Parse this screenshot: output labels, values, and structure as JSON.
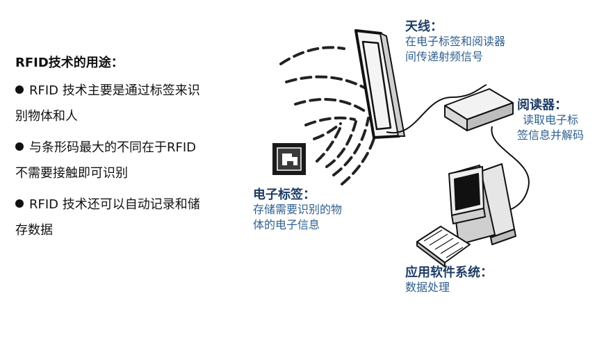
{
  "uses": {
    "title": "RFID技术的用途：",
    "bullets": [
      {
        "line1": "RFID 技术主要是通过标签来识",
        "line2": "别物体和人"
      },
      {
        "line1": "与条形码最大的不同在于RFID",
        "line2": "不需要接触即可识别"
      },
      {
        "line1": "RFID 技术还可以自动记录和储",
        "line2": "存数据"
      }
    ]
  },
  "components": {
    "antenna": {
      "title": "天线：",
      "desc1": "在电子标签和阅读器",
      "desc2": "间传递射频信号"
    },
    "reader": {
      "title": "阅读器：",
      "desc1": "读取电子标",
      "desc2": "签信息并解码"
    },
    "tag": {
      "title": "电子标签：",
      "desc1": "存储需要识别的物",
      "desc2": "体的电子信息"
    },
    "software": {
      "title": "应用软件系统：",
      "desc1": "数据处理"
    }
  },
  "colors": {
    "label_title": "#1f3d66",
    "label_desc": "#2f5f8f"
  }
}
